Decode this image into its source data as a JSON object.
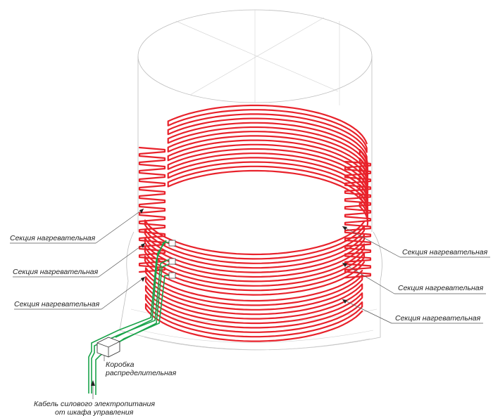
{
  "labels": {
    "left": [
      "Секция нагревательная",
      "Секция нагревательная",
      "Секция нагревательная"
    ],
    "right": [
      "Секция нагревательная",
      "Секция нагревательная",
      "Секция нагревательная"
    ],
    "box": [
      "Коробка",
      "распределительная"
    ],
    "cable": [
      "Кабель силового электропитания",
      "от шкафа управления"
    ]
  },
  "colors": {
    "heating_section": "#e8222b",
    "power_cable": "#1aa34a",
    "tank_outline": "#bdbdbd"
  }
}
